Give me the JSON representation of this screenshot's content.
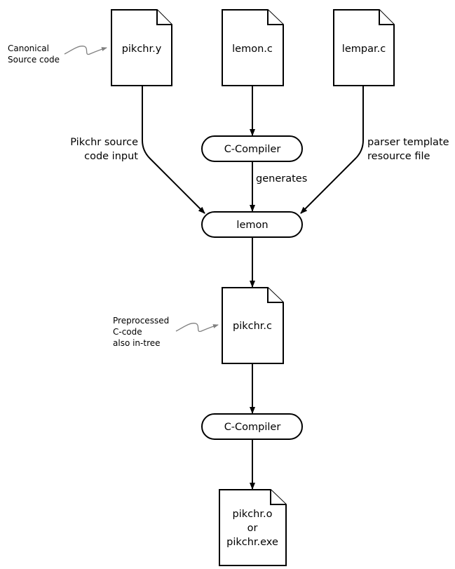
{
  "files": {
    "pikchr_y": "pikchr.y",
    "lemon_c": "lemon.c",
    "lempar_c": "lempar.c",
    "pikchr_c": "pikchr.c",
    "output": [
      "pikchr.o",
      "or",
      "pikchr.exe"
    ]
  },
  "processes": {
    "compiler_top": "C-Compiler",
    "lemon": "lemon",
    "compiler_bottom": "C-Compiler"
  },
  "edge_labels": {
    "pikchr_input": [
      "Pikchr source",
      "code input"
    ],
    "generates": "generates",
    "parser_template": [
      "parser template",
      "resource file"
    ]
  },
  "notes": {
    "canonical": [
      "Canonical",
      "Source code"
    ],
    "preprocessed": [
      "Preprocessed",
      "C-code",
      "also in-tree"
    ]
  },
  "colors": {
    "stroke": "#000000",
    "note_arrow": "#808080",
    "background": "#ffffff"
  }
}
